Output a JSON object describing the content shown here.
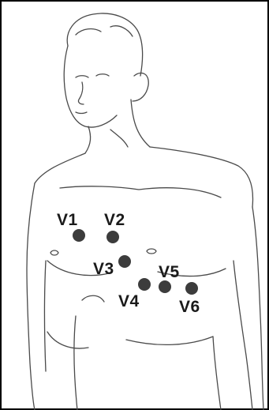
{
  "diagram": {
    "subject": "torso-outline",
    "electrode_color": "#3c3c3c",
    "line_color": "#4a4a4a",
    "frame_color": "#000000",
    "electrodes": [
      {
        "id": "v1",
        "label": "V1"
      },
      {
        "id": "v2",
        "label": "V2"
      },
      {
        "id": "v3",
        "label": "V3"
      },
      {
        "id": "v4",
        "label": "V4"
      },
      {
        "id": "v5",
        "label": "V5"
      },
      {
        "id": "v6",
        "label": "V6"
      }
    ]
  }
}
